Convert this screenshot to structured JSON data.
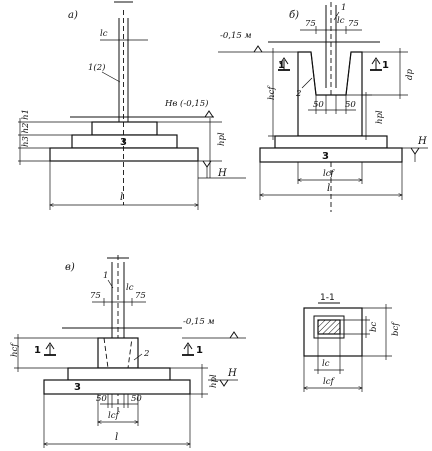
{
  "panel_a": {
    "label": "а)",
    "dim_column_width": "lc",
    "column_label": "1(2)",
    "level_mark": "Нв (-0,15)",
    "step_heights": "h3 h2 h1",
    "height_total": "hpl",
    "base_width": "l",
    "base_label": "3",
    "ground_mark": "H"
  },
  "panel_b": {
    "label": "б)",
    "dim_75_left": "75",
    "dim_75_right": "75",
    "dim_lc": "lc",
    "dim_1": "1",
    "level_mark": "-0,15 м",
    "section_left": "1",
    "section_right": "1",
    "glass_label": "2",
    "depth_dp": "dp",
    "height_hcf": "hcf",
    "height_hpl": "hpl",
    "dim_50_left": "50",
    "dim_50_right": "50",
    "base_label": "3",
    "dim_lcf": "lcf",
    "base_width": "l",
    "ground_mark": "H"
  },
  "panel_c": {
    "label": "в)",
    "column_label": "1",
    "dim_75_left": "75",
    "dim_75_right": "75",
    "dim_lc": "lc",
    "level_mark": "-0,15 м",
    "section_left": "1",
    "section_right": "1",
    "glass_label": "2",
    "height_hcf": "hcf",
    "height_hpl": "hpl",
    "base_label": "3",
    "dim_50_left": "50",
    "dim_50_right": "50",
    "dim_lcf": "lcf",
    "base_width": "l",
    "ground_mark": "H"
  },
  "section_1_1": {
    "title": "1-1",
    "dim_bc": "bc",
    "dim_bcf": "bcf",
    "dim_lc": "lc",
    "dim_lcf": "lcf"
  }
}
